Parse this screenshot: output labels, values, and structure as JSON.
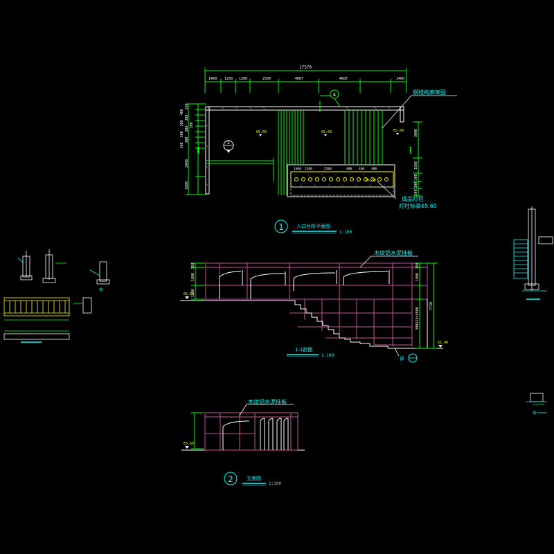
{
  "colors": {
    "background": "#000000",
    "wall": "#ffffff",
    "dimension": "#00ff00",
    "annotation": "#00ffff",
    "grid": "#c8509a",
    "lamp": "#ffff00",
    "fill": "#ffff00"
  },
  "plan": {
    "overall_dim": "17570",
    "top_dims": [
      "1400",
      "1200",
      "1200",
      "2500",
      "4687",
      "4687",
      "1400"
    ],
    "left_dims": [
      "150",
      "400",
      "300",
      "300",
      "300",
      "300",
      "300",
      "300",
      "300",
      "2400",
      "1800"
    ],
    "right_dims": [
      "3000",
      "1500",
      "300",
      "300",
      "300"
    ],
    "inner_dims": [
      "1400",
      "1200",
      "2500",
      "400",
      "400",
      "400"
    ],
    "levels": [
      "65.60",
      "65.60",
      "65.60",
      "65.60"
    ],
    "callout_top": "4",
    "callout_left": "2",
    "section_mark": "1",
    "label_trellis": "钢结构廊架图",
    "label_lamp": "成品灯柱",
    "label_lamp_height": "灯柱标高65.60",
    "title_num": "1",
    "title": "入口台阶平面图",
    "scale": "1:100"
  },
  "section": {
    "label_trellis": "木纹铝水泥挂板",
    "left_dims": [
      "150",
      "1800",
      "1500"
    ],
    "right_dims": [
      "150",
      "1800",
      "300X15=4500"
    ],
    "right_total": "7720",
    "level_left": "65.60",
    "level_right": "61.40",
    "detail_ref": "详",
    "title": "1-1剖面",
    "scale": "1:100"
  },
  "elevation": {
    "label_trellis": "木纹铝水泥挂板",
    "level_left": "65.60",
    "title_num": "2",
    "title": "立面图",
    "scale": "1:100"
  }
}
